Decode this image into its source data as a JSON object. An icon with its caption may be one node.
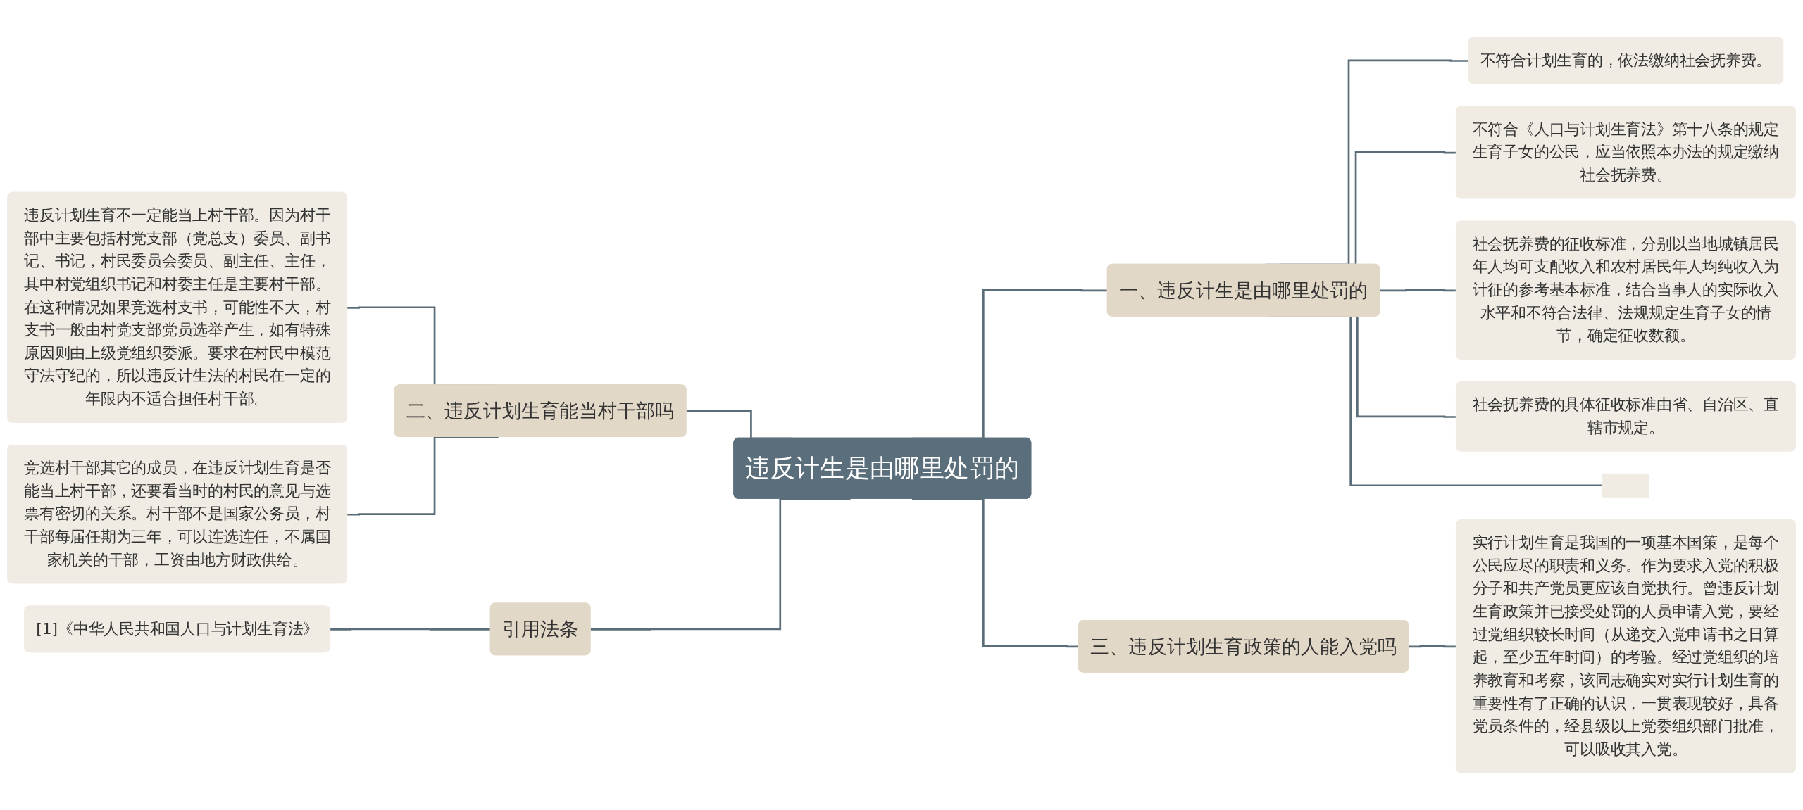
{
  "diagram": {
    "nodes": [
      {
        "text": [
          "违反计生是由哪里处罚的"
        ]
      },
      {
        "text": [
          "二、违反计划生育能当村干部吗"
        ]
      },
      {
        "text": [
          "违反计划生育不一定能当上村干部。因为村干部中主要包括村党支部（党总支）委员、副书记、书记，村民委员会委员、副主任、主任，其中村党组织书记和村委主任是主要村干部。在这种情况如果竞选村支书，可能性不大，村支书一般由村党支部党员选举产生，如有特殊原因则由上级党组织委派。要求在村民中模范守法守纪的，所以违反计生法的村民在一定的年限内不适合担任村干部。"
        ]
      },
      {
        "text": [
          "竞选村干部其它的成员，在违反计划生育是否能当上村干部，还要看当时的村民的意见与选票有密切的关系。村干部不是国家公务员，村干部每届任期为三年，可以连选连任，不属国家机关的干部，工资由地方财政供给。"
        ]
      },
      {
        "text": [
          "引用法条"
        ]
      },
      {
        "text": [
          "[1]《中华人民共和国人口与计划生育法》"
        ]
      },
      {
        "text": [
          "一、违反计生是由哪里处罚的"
        ]
      },
      {
        "text": [
          "不符合计划生育的，依法缴纳社会抚养费。"
        ]
      },
      {
        "text": [
          "不符合《人口与计划生育法》第十八条的规定生育子女的公民，应当依照本办法的规定缴纳社会抚养费。"
        ]
      },
      {
        "text": [
          "社会抚养费的征收标准，分别以当地城镇居民年人均可支配收入和农村居民年人均纯收入为计征的参考基本标准，结合当事人的实际收入水平和不符合法律、法规规定生育子女的情节，确定征收数额。"
        ]
      },
      {
        "text": [
          "社会抚养费的具体征收标准由省、自治区、直辖市规定。"
        ]
      },
      {
        "text": [],
        "shape": "box"
      },
      {
        "text": [
          "三、违反计划生育政策的人能入党吗"
        ]
      },
      {
        "text": [
          "实行计划生育是我国的一项基本国策，是每个公民应尽的职责和义务。作为要求入党的积极分子和共产党员更应该自觉执行。曾违反计划生育政策并已接受处罚的人员申请入党，要经过党组织较长时间（从递交入党申请书之日算起，至少五年时间）的考验。经过党组织的培养教育和考察，该同志确实对实行计划生育的重要性有了正确的认识，一贯表现较好，具备党员条件的，经县级以上党委组织部门批准，可以吸收其入党。"
        ]
      }
    ],
    "edges": [
      {
        "from": 1,
        "to": 0,
        "arrow": "none"
      },
      {
        "from": 2,
        "to": 1,
        "arrow": "none"
      },
      {
        "from": 3,
        "to": 1,
        "arrow": "none"
      },
      {
        "from": 4,
        "to": 0,
        "arrow": "none"
      },
      {
        "from": 5,
        "to": 4,
        "arrow": "none"
      },
      {
        "from": 0,
        "to": 6,
        "arrow": "none"
      },
      {
        "from": 6,
        "to": 7,
        "arrow": "none"
      },
      {
        "from": 6,
        "to": 8,
        "arrow": "none"
      },
      {
        "from": 6,
        "to": 9,
        "arrow": "none"
      },
      {
        "from": 6,
        "to": 10,
        "arrow": "none"
      },
      {
        "from": 6,
        "to": 11,
        "arrow": "none"
      },
      {
        "from": 0,
        "to": 12,
        "arrow": "none"
      },
      {
        "from": 12,
        "to": 13,
        "arrow": "none"
      }
    ]
  }
}
